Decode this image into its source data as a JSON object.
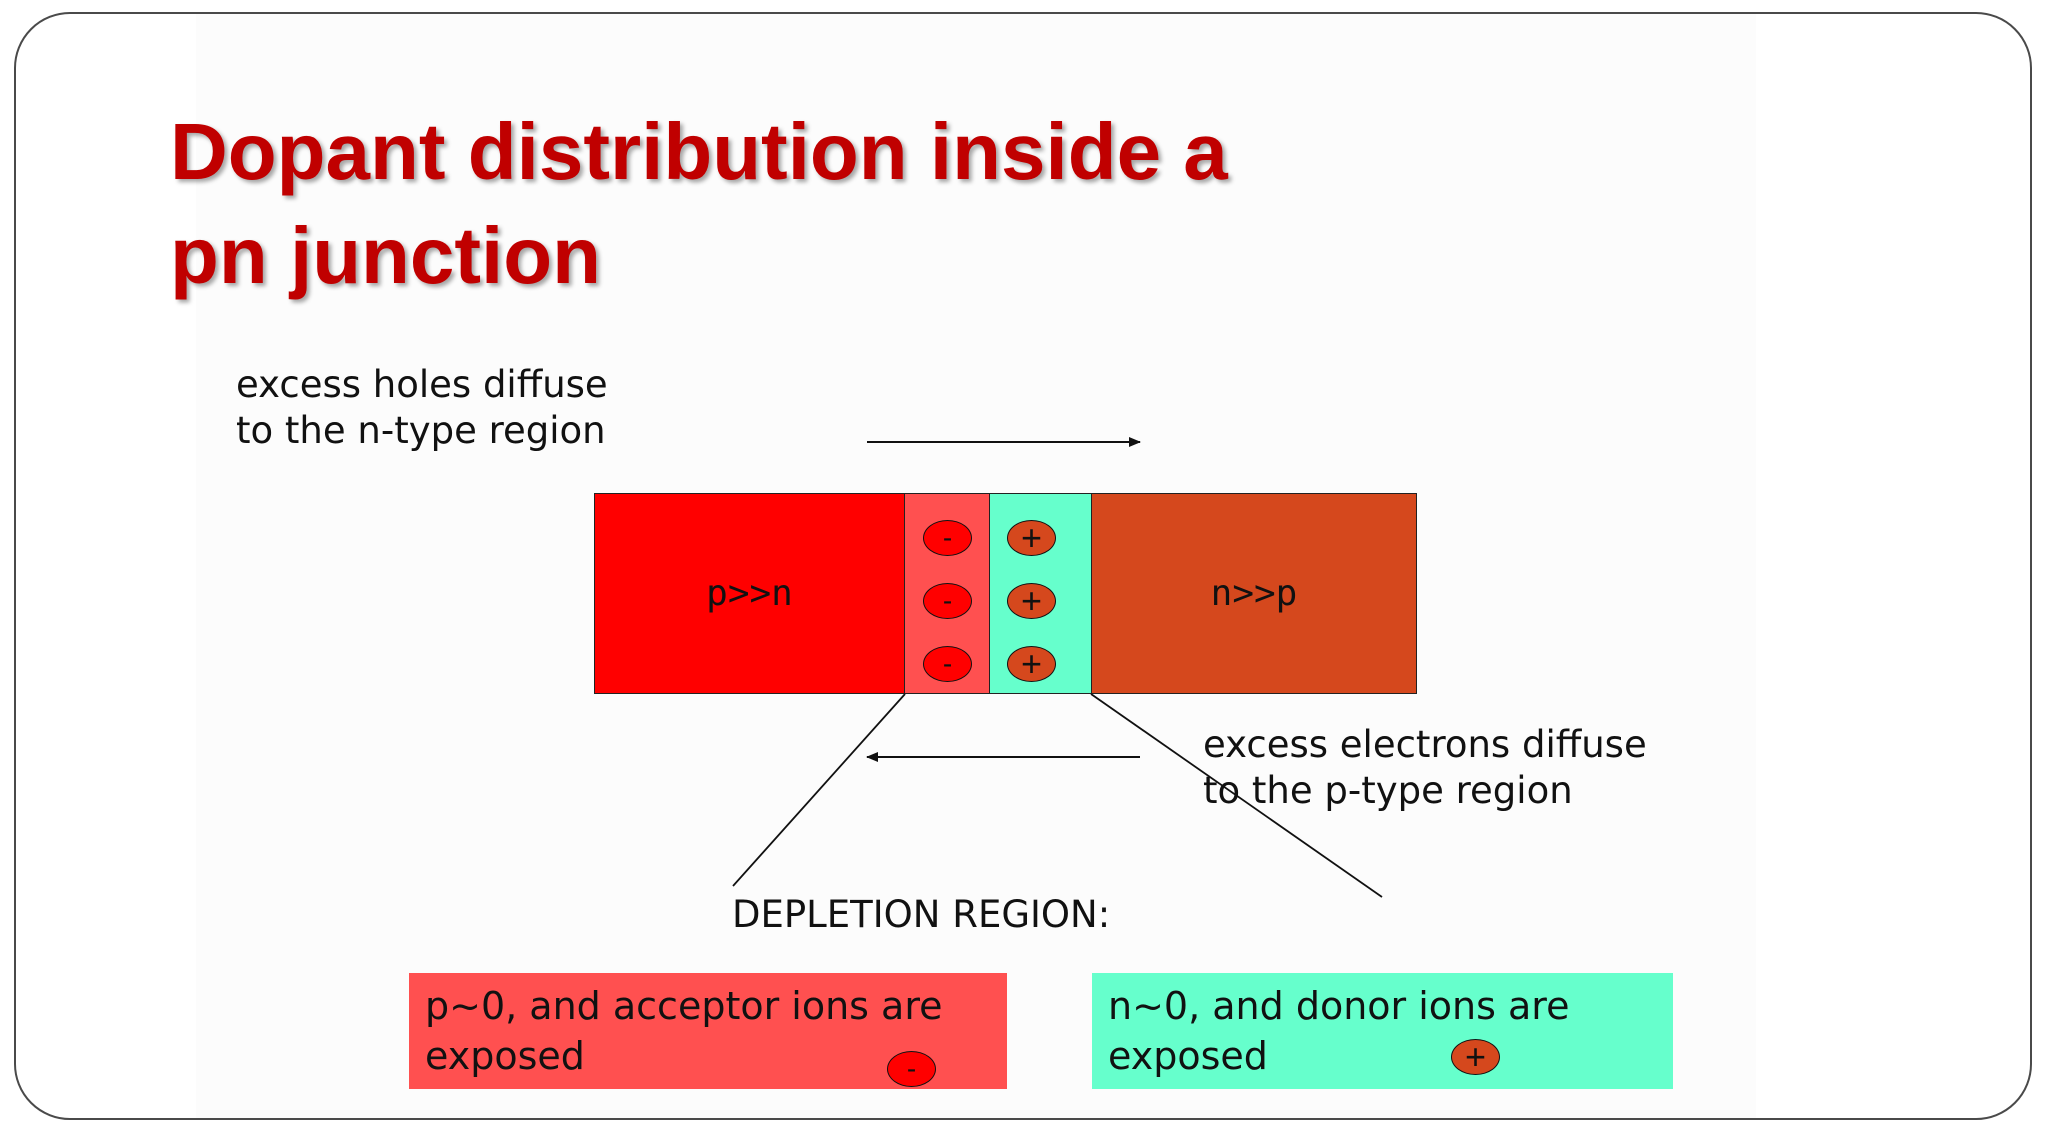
{
  "slide": {
    "title_lines": [
      "Dopant distribution inside a",
      "pn junction"
    ]
  },
  "notes": {
    "holes": [
      "excess holes diffuse",
      "to the n-type region"
    ],
    "electrons": [
      "excess electrons diffuse",
      "to the p-type region"
    ],
    "depletion_title": "DEPLETION REGION:"
  },
  "junction": {
    "p_label": "p>>n",
    "n_label": "n>>p",
    "neg_ion_symbol": "-",
    "pos_ion_symbol": "+"
  },
  "boxes": {
    "acceptor_lines": [
      "p~0, and acceptor ions are",
      "exposed"
    ],
    "donor_lines": [
      "n~0, and donor ions are",
      "exposed"
    ]
  },
  "colors": {
    "title": "#c00000",
    "p_region": "#ff0000",
    "depletion_p": "#ff5050",
    "depletion_n": "#66ffcc",
    "n_region": "#d5481d"
  }
}
